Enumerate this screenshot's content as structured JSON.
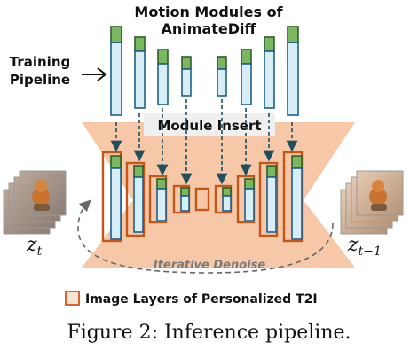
{
  "title_line1": "Motion Modules of",
  "title_line2": "AnimateDiff",
  "training_line1": "Training",
  "training_line2": "Pipeline",
  "module_insert": "Module Insert",
  "iterative_denoise": "Iterative Denoise",
  "input_label": "z",
  "input_sub": "t",
  "output_label": "z",
  "output_sub": "t−1",
  "legend": "Image Layers of Personalized T2I",
  "caption": "Figure 2: Inference pipeline.",
  "colors": {
    "motion_module_top": "#7bb661",
    "motion_module_body": "#d8eef7",
    "unet_fill": "#f6c8a8",
    "image_layer": "#c4561a"
  }
}
